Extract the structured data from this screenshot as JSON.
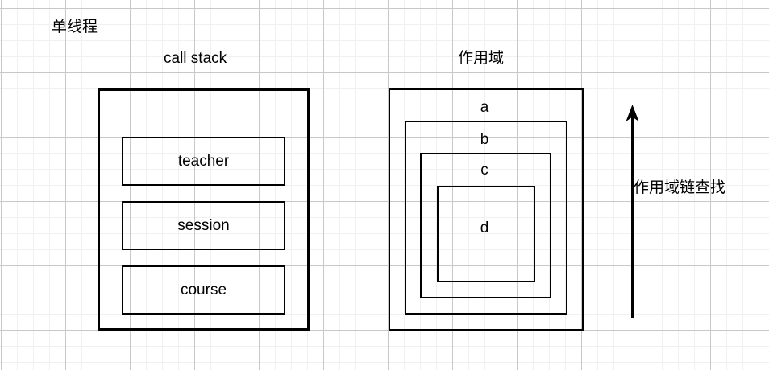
{
  "diagram": {
    "title": "单线程",
    "sections": {
      "call_stack": {
        "heading": "call stack",
        "frames": [
          {
            "label": "teacher"
          },
          {
            "label": "session"
          },
          {
            "label": "course"
          }
        ]
      },
      "scope": {
        "heading": "作用域",
        "levels": [
          {
            "label": "a"
          },
          {
            "label": "b"
          },
          {
            "label": "c"
          },
          {
            "label": "d"
          }
        ]
      }
    },
    "annotation": {
      "arrow_caption": "作用域链查找",
      "arrow_direction": "up"
    },
    "colors": {
      "stroke": "#000000",
      "background": "#ffffff",
      "grid_minor": "#f0f0f0",
      "grid_major": "#c8c8c8"
    }
  }
}
